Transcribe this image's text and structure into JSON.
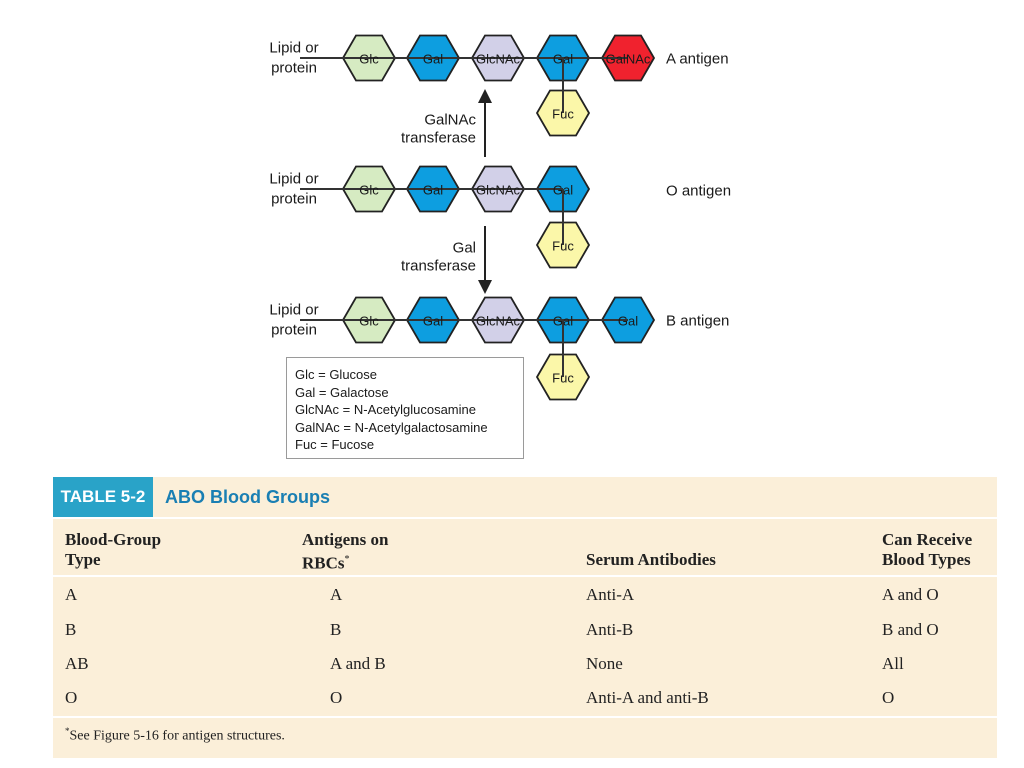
{
  "diagram": {
    "row_label": "Lipid or protein",
    "row_label_line1": "Lipid or",
    "row_label_line2": "protein",
    "sugars": {
      "glc": "Glc",
      "gal": "Gal",
      "glcnac": "GlcNAc",
      "galnac": "GalNAc",
      "fuc": "Fuc"
    },
    "antigens": {
      "a": "A antigen",
      "o": "O antigen",
      "b": "B antigen"
    },
    "enzymes": {
      "galnac_line1": "GalNAc",
      "galnac_line2": "transferase",
      "gal_line1": "Gal",
      "gal_line2": "transferase"
    },
    "colors": {
      "glc": "#d6ebc2",
      "gal": "#0d9ee0",
      "glcnac": "#d2d0e8",
      "galnac": "#f0222e",
      "fuc": "#fbf7a9"
    },
    "legend": [
      "Glc = Glucose",
      "Gal = Galactose",
      "GlcNAc = N-Acetylglucosamine",
      "GalNAc = N-Acetylgalactosamine",
      "Fuc = Fucose"
    ]
  },
  "table": {
    "number": "TABLE 5-2",
    "title": "ABO Blood Groups",
    "headers": {
      "type_line1": "Blood-Group",
      "type_line2": "Type",
      "antigens_line1": "Antigens on",
      "antigens_line2": "RBCs",
      "antigens_mark": "*",
      "antibodies": "Serum Antibodies",
      "receive_line1": "Can Receive",
      "receive_line2": "Blood Types"
    },
    "rows": [
      {
        "type": "A",
        "antigens": "A",
        "antibodies": "Anti-A",
        "receive": "A and O"
      },
      {
        "type": "B",
        "antigens": "B",
        "antibodies": "Anti-B",
        "receive": "B and O"
      },
      {
        "type": "AB",
        "antigens": "A and B",
        "antibodies": "None",
        "receive": "All"
      },
      {
        "type": "O",
        "antigens": "O",
        "antibodies": "Anti-A and anti-B",
        "receive": "O"
      }
    ],
    "footnote_mark": "*",
    "footnote": "See Figure 5-16 for antigen structures."
  }
}
